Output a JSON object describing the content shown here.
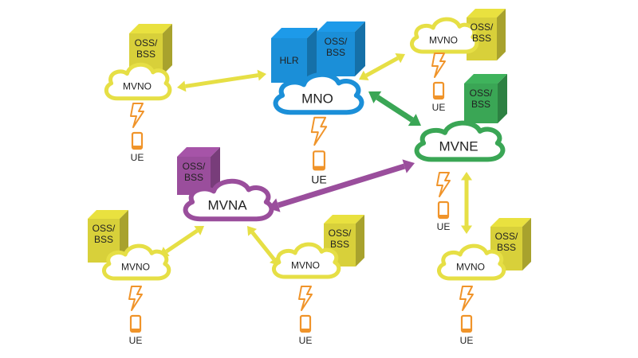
{
  "colors": {
    "mvno": "#e6df45",
    "mvno_box": "#d8d03a",
    "mno": "#1b8fd8",
    "mvne": "#3aa655",
    "mvna": "#9a4e9c",
    "ue": "#f0942a"
  },
  "nodes": [
    {
      "id": "mvno-top-left",
      "label": "MVNO",
      "kind": "mvno",
      "boxes": [
        "OSS/\nBSS"
      ],
      "ue": "UE"
    },
    {
      "id": "mno",
      "label": "MNO",
      "kind": "mno",
      "boxes": [
        "HLR",
        "OSS/\nBSS"
      ],
      "ue": "UE"
    },
    {
      "id": "mvno-top-right",
      "label": "MVNO",
      "kind": "mvno",
      "boxes": [
        "OSS/\nBSS"
      ],
      "ue": "UE"
    },
    {
      "id": "mvne",
      "label": "MVNE",
      "kind": "mvne",
      "boxes": [
        "OSS/\nBSS"
      ],
      "ue": "UE"
    },
    {
      "id": "mvna",
      "label": "MVNA",
      "kind": "mvna",
      "boxes": [
        "OSS/\nBSS"
      ],
      "ue": null
    },
    {
      "id": "mvno-bottom-left",
      "label": "MVNO",
      "kind": "mvno",
      "boxes": [
        "OSS/\nBSS"
      ],
      "ue": "UE"
    },
    {
      "id": "mvno-bottom-mid",
      "label": "MVNO",
      "kind": "mvno",
      "boxes": [
        "OSS/\nBSS"
      ],
      "ue": "UE"
    },
    {
      "id": "mvno-bottom-right",
      "label": "MVNO",
      "kind": "mvno",
      "boxes": [
        "OSS/\nBSS"
      ],
      "ue": "UE"
    }
  ],
  "links": [
    {
      "from": "mvno-top-left",
      "to": "mno",
      "kind": "mvno"
    },
    {
      "from": "mno",
      "to": "mvno-top-right",
      "kind": "mvno"
    },
    {
      "from": "mno",
      "to": "mvne",
      "kind": "mvne"
    },
    {
      "from": "mvna",
      "to": "mvne",
      "kind": "mvna"
    },
    {
      "from": "mvno-bottom-left",
      "to": "mvna",
      "kind": "mvno"
    },
    {
      "from": "mvna",
      "to": "mvno-bottom-mid",
      "kind": "mvno"
    },
    {
      "from": "mvne",
      "to": "mvno-bottom-right",
      "kind": "mvno"
    }
  ]
}
